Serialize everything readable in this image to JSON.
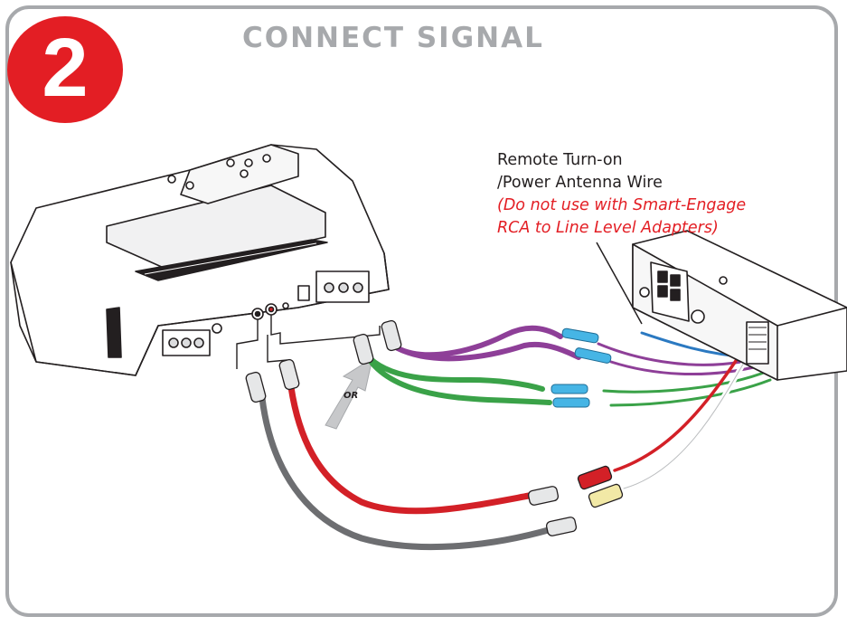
{
  "step": {
    "number": "2",
    "title": "CONNECT SIGNAL"
  },
  "wire_note": {
    "line1": "Remote Turn-on",
    "line2": "/Power Antenna Wire",
    "warning_line1": "(Do not use with Smart-Engage",
    "warning_line2": "RCA to Line Level Adapters)"
  },
  "or_label": "OR",
  "colors": {
    "badge_red": "#e31e24",
    "frame_gray": "#a7a9ac",
    "wire_purple": "#8e3f98",
    "wire_green": "#3aa248",
    "wire_red": "#d32027",
    "wire_gray": "#6d6e71",
    "wire_blue": "#2b79c1",
    "connector_blue": "#46b5e5"
  }
}
